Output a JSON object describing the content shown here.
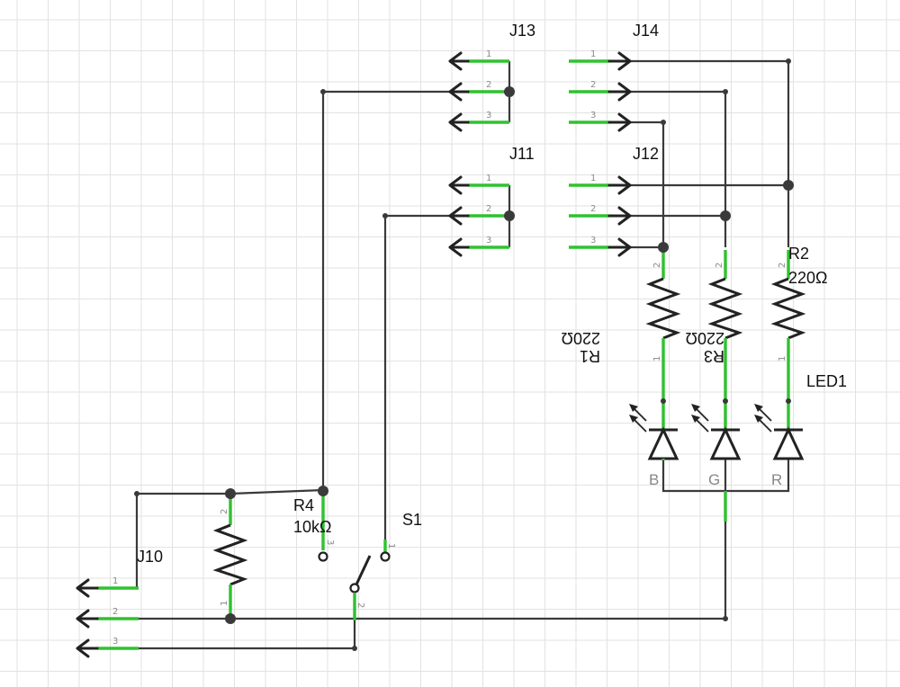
{
  "labels": {
    "j13": "J13",
    "j14": "J14",
    "j11": "J11",
    "j12": "J12",
    "j10": "J10",
    "r1_name": "R1",
    "r1_value": "220Ω",
    "r2_name": "R2",
    "r2_value": "220Ω",
    "r3_name": "R3",
    "r3_value": "220Ω",
    "r4_name": "R4",
    "r4_value": "10kΩ",
    "s1": "S1",
    "led1": "LED1"
  },
  "led_colors": {
    "b": "B",
    "g": "G",
    "r": "R"
  },
  "pin_numbers": {
    "p1": "1",
    "p2": "2",
    "p3": "3"
  },
  "colors": {
    "wire": "#3a3a3a",
    "pin": "#2fc22f",
    "grid": "#e2e2e2"
  }
}
